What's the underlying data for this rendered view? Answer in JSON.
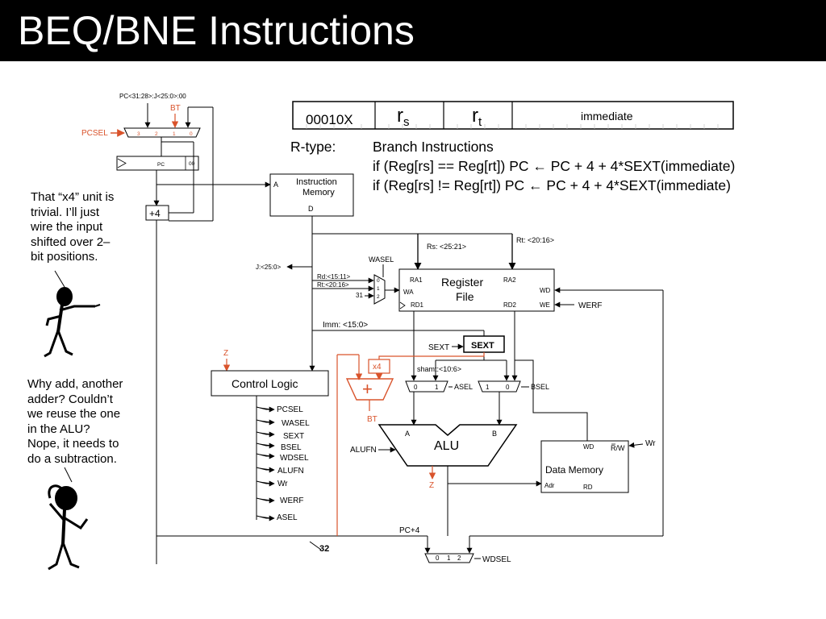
{
  "title": "BEQ/BNE Instructions",
  "colors": {
    "accent_red": "#d9532b",
    "title_bar": "#000000"
  },
  "instruction_format": {
    "opcode": "00010X",
    "rs": "r",
    "rs_sub": "s",
    "rt": "r",
    "rt_sub": "t",
    "immediate": "immediate"
  },
  "rtype_label": "R-type:",
  "branch": {
    "heading": "Branch Instructions",
    "beq": "if (Reg[rs] == Reg[rt]) PC ←  PC + 4 + 4*SEXT(immediate)",
    "bne": "if (Reg[rs] != Reg[rt]) PC ←  PC + 4 + 4*SEXT(immediate)"
  },
  "notes": {
    "x4": "That “x4” unit is\ntrivial. I’ll just\nwire the input\nshifted over 2–\nbit positions.",
    "adder": "Why add, another\nadder? Couldn’t\nwe reuse the one\nin the ALU?\nNope, it needs to\ndo a subtraction."
  },
  "pc_section": {
    "pc_concat": "PC<31:28>:J<25:0>:00",
    "bt": "BT",
    "pcsel": "PCSEL",
    "mux_inputs": [
      "3",
      "2",
      "1",
      "0"
    ],
    "pc": "PC",
    "pc_reset": "00",
    "plus4": "+4"
  },
  "imem": {
    "label_line1": "Instruction",
    "label_line2": "Memory",
    "a": "A",
    "d": "D"
  },
  "fields": {
    "rt": "Rt: <20:16>",
    "rs": "Rs: <25:21>",
    "j": "J:<25:0>",
    "rd": "Rd:<15:11>",
    "rt2": "Rt:<20:16>",
    "c31": "31",
    "imm": "Imm: <15:0>",
    "shamt": "shamt:<10:6>"
  },
  "wasel": {
    "label": "WASEL",
    "inputs": [
      "0",
      "1",
      "2"
    ]
  },
  "regfile": {
    "label_line1": "Register",
    "label_line2": "File",
    "ra1": "RA1",
    "ra2": "RA2",
    "wa": "WA",
    "wd": "WD",
    "rd1": "RD1",
    "rd2": "RD2",
    "we": "WE",
    "werf": "WERF"
  },
  "sext": {
    "label": "SEXT",
    "box": "SEXT"
  },
  "branch_adder": {
    "z": "Z",
    "x4": "x4",
    "plus": "+",
    "bt": "BT"
  },
  "asel": {
    "label": "ASEL",
    "inputs": [
      "0",
      "1"
    ]
  },
  "bsel": {
    "label": "BSEL",
    "inputs": [
      "1",
      "0"
    ]
  },
  "control": {
    "title": "Control Logic",
    "signals": [
      "PCSEL",
      "WASEL",
      "SEXT",
      "BSEL",
      "WDSEL",
      "ALUFN",
      "Wr",
      "WERF",
      "ASEL"
    ]
  },
  "alu": {
    "label": "ALU",
    "a": "A",
    "b": "B",
    "alufn": "ALUFN",
    "z": "Z"
  },
  "dmem": {
    "label": "Data Memory",
    "wd": "WD",
    "rw": "R/W",
    "wr": "Wr",
    "adr": "Adr",
    "rd": "RD"
  },
  "wdsel": {
    "label": "WDSEL",
    "pc4": "PC+4",
    "width": "32",
    "inputs": [
      "0",
      "1",
      "2"
    ]
  }
}
